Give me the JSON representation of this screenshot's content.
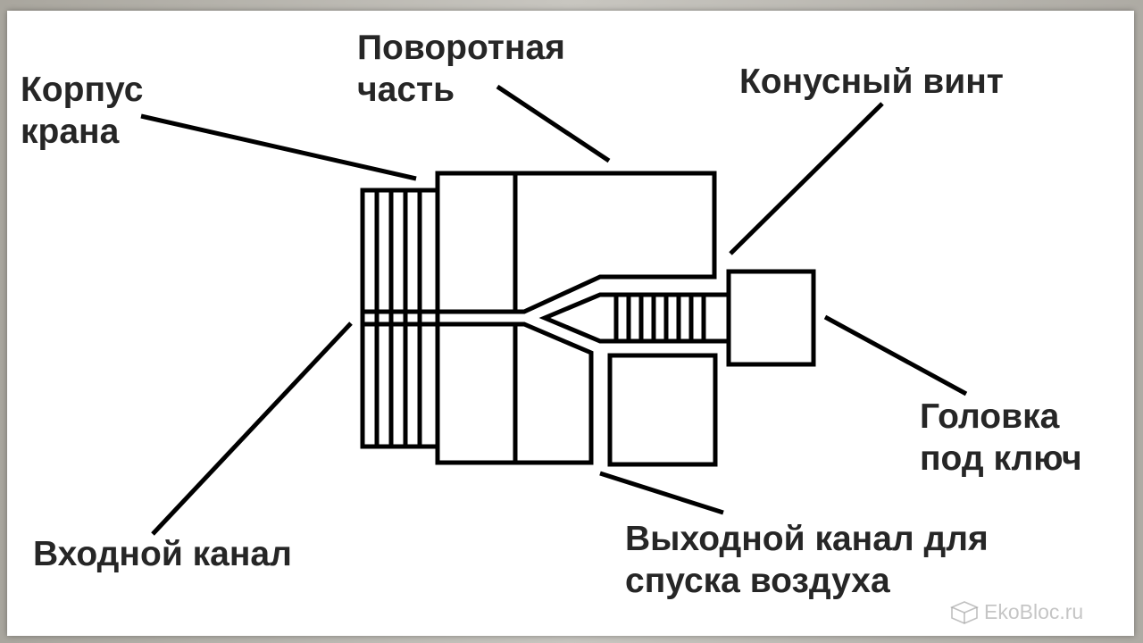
{
  "diagram": {
    "labels": {
      "body": {
        "line1": "Корпус",
        "line2": "крана"
      },
      "rotary": {
        "line1": "Поворотная",
        "line2": "часть"
      },
      "cone_screw": "Конусный винт",
      "head": {
        "line1": "Головка",
        "line2": "под ключ"
      },
      "outlet": {
        "line1": "Выходной канал для",
        "line2": "спуска воздуха"
      },
      "inlet": "Входной канал"
    }
  },
  "watermark": {
    "text": "EkoBloc.ru",
    "icon": "cube-logo-icon"
  },
  "colors": {
    "line": "#000000",
    "text": "#262626",
    "background": "#ffffff"
  }
}
